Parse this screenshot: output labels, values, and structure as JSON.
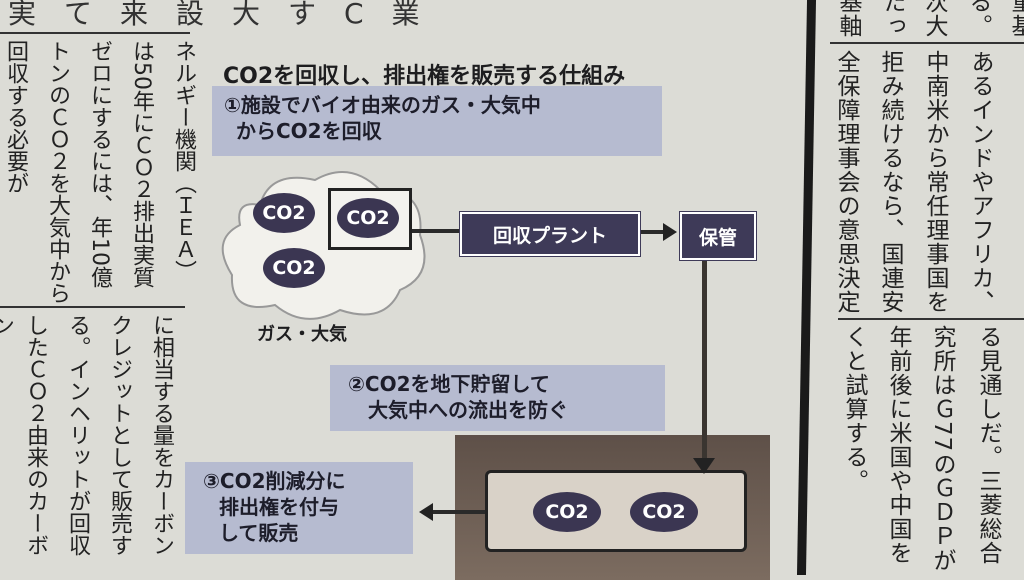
{
  "left_columns": {
    "top_row": "実　て　来　設　大　す　C　業",
    "upper": [
      "ネルギー機関（ＩＥＡ）",
      "は50年にＣＯ２排出実質",
      "ゼロにするには、年10億",
      "トンのＣＯ２を大気中から",
      "回収する必要が"
    ],
    "lower": [
      "に相当する量をカーボン",
      "クレジットとして販売す",
      "る。インヘリットが回収",
      "したＣＯ２由来のカーボ",
      "ン"
    ]
  },
  "diagram": {
    "title": "CO2を回収し、排出権を販売する仕組み",
    "step1": [
      "①施設でバイオ由来のガス・大気中",
      "からCO2を回収"
    ],
    "co2_label": "CO2",
    "source_label": "ガス・大気",
    "plant_label": "回収プラント",
    "storage_label": "保管",
    "step2": [
      "②CO2を地下貯留して",
      "大気中への流出を防ぐ"
    ],
    "step3": [
      "③CO2削減分に",
      "排出権を付与",
      "して販売"
    ],
    "colors": {
      "navy": "#3b3652",
      "step_bg": "#b6bbd0",
      "ground": "#6e5f55"
    }
  },
  "right_columns": {
    "top_row": [
      "基軸",
      "たっ",
      "次大",
      "る。",
      "重基"
    ],
    "upper": [
      "あるインドやアフリカ、",
      "中南米から常任理事国を",
      "拒み続けるなら、国連安",
      "全保障理事会の意思決定"
    ],
    "lower": [
      "る見通しだ。三菱総合",
      "究所はＧ77のＧＤＰが",
      "年前後に米国や中国を",
      "くと試算する。"
    ]
  }
}
